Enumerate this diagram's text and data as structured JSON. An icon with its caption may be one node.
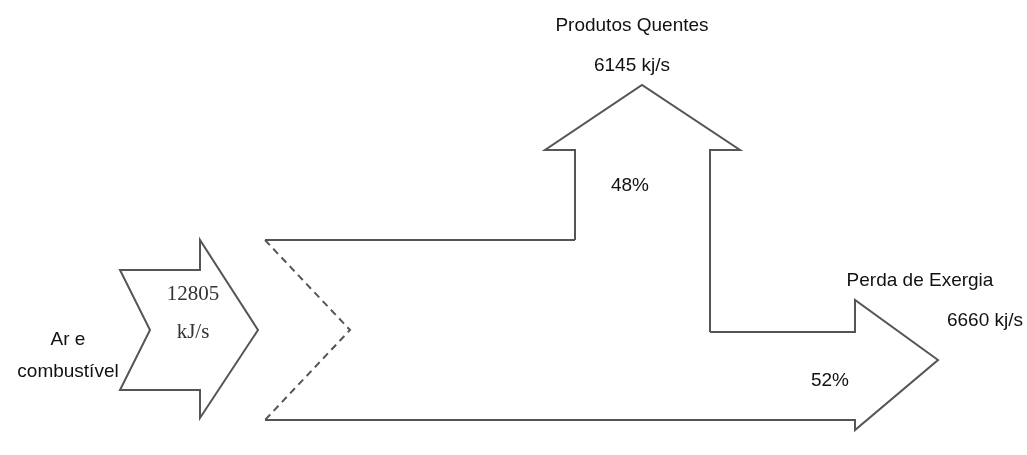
{
  "diagram": {
    "nodes": [
      {
        "text": [
          "12805 kJ/s"
        ],
        "beside": [
          "Ar e combustível"
        ]
      },
      {
        "text": [],
        "shape": "bar"
      },
      {
        "text": [
          "48%"
        ],
        "beside": [
          "Produtos Quentes",
          "6145 kj/s"
        ]
      },
      {
        "text": [
          "52%"
        ],
        "beside": [
          "Perda de Exergia",
          "6660 kj/s"
        ]
      }
    ]
  }
}
